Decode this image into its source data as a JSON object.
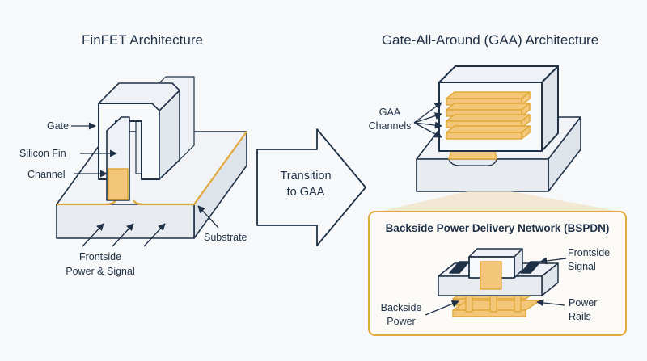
{
  "finfet": {
    "title": "FinFET Architecture",
    "labels": {
      "gate": "Gate",
      "silicon_fin": "Silicon Fin",
      "channel": "Channel",
      "substrate": "Substrate",
      "frontside_line1": "Frontside",
      "frontside_line2": "Power & Signal"
    }
  },
  "transition": {
    "line1": "Transition",
    "line2": "to GAA"
  },
  "gaa": {
    "title": "Gate-All-Around (GAA) Architecture",
    "labels": {
      "channels_line1": "GAA",
      "channels_line2": "Channels"
    }
  },
  "bspdn": {
    "title": "Backside Power Delivery Network (BSPDN)",
    "labels": {
      "frontside_line1": "Frontside",
      "frontside_line2": "Signal",
      "backside_line1": "Backside",
      "backside_line2": "Power",
      "rails_line1": "Power",
      "rails_line2": "Rails"
    }
  },
  "colors": {
    "navy": "#1f3147",
    "gold": "#e0a93a",
    "gold_fill": "#f3c67a",
    "light_fill": "#eef1f5",
    "background": "#f7f8fa"
  }
}
